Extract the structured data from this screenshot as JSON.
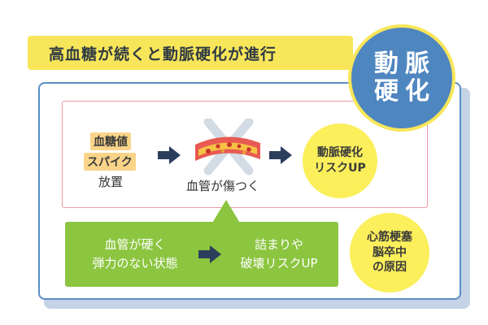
{
  "title": "高血糖が続くと動脈硬化が進行",
  "badge": {
    "line1": "動脈",
    "line2": "硬化"
  },
  "cause": {
    "tag1": "血糖値",
    "tag2": "スパイク",
    "action": "放置"
  },
  "vessel": {
    "label": "血管が傷つく",
    "icon": "damaged-vessel-icon"
  },
  "risk_circle": {
    "line1": "動脈硬化",
    "line2": "リスクUP"
  },
  "green_box": {
    "left_line1": "血管が硬く",
    "left_line2": "弾力のない状態",
    "right_line1": "詰まりや",
    "right_line2": "破壊リスクUP"
  },
  "outcome_circle": {
    "line1": "心筋梗塞",
    "line2": "脳卒中",
    "line3": "の原因"
  },
  "colors": {
    "yellow": "#f8e65a",
    "blue": "#4e86c0",
    "green": "#8cc540",
    "orange_tag": "#f9d489",
    "navy_arrow": "#2b3f5c"
  }
}
